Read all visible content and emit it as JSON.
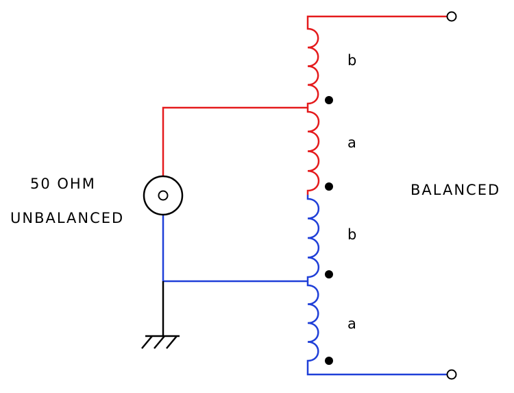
{
  "labels": {
    "source_line1": "50 OHM",
    "source_line2": "UNBALANCED",
    "output": "BALANCED"
  },
  "windings": [
    {
      "label": "b",
      "color": "#e41a1c"
    },
    {
      "label": "a",
      "color": "#e41a1c"
    },
    {
      "label": "b",
      "color": "#1f3fd8"
    },
    {
      "label": "a",
      "color": "#1f3fd8"
    }
  ],
  "colors": {
    "upper_wire": "#e41a1c",
    "lower_wire": "#1f3fd8",
    "ground": "#000000"
  },
  "icons": [
    "coax-connector-icon",
    "ground-icon",
    "terminal-icon",
    "phase-dot-icon"
  ]
}
